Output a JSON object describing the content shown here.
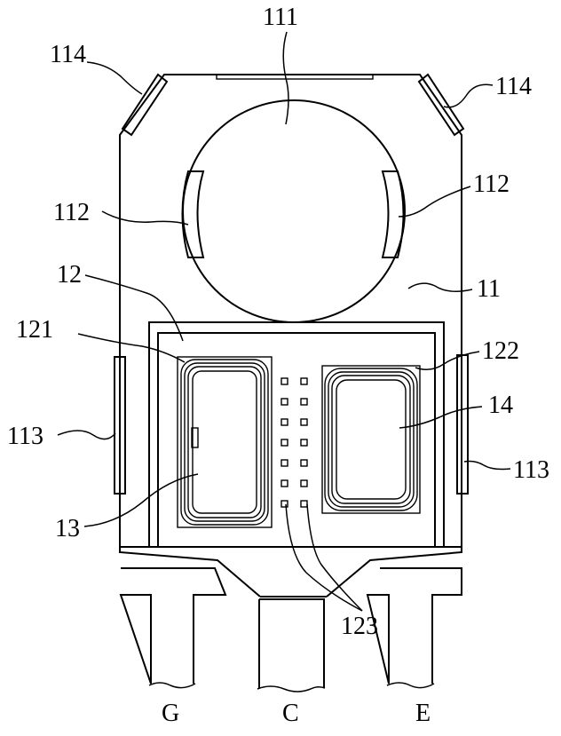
{
  "labels": {
    "l111": "111",
    "l114_left": "114",
    "l114_right": "114",
    "l112_left": "112",
    "l112_right": "112",
    "l12": "12",
    "l11": "11",
    "l121": "121",
    "l122": "122",
    "l14": "14",
    "l113_left": "113",
    "l113_right": "113",
    "l13": "13",
    "l123": "123"
  },
  "terminals": {
    "g": "G",
    "c": "C",
    "e": "E"
  },
  "pad_grid": {
    "columns": 2,
    "rows": 7
  }
}
